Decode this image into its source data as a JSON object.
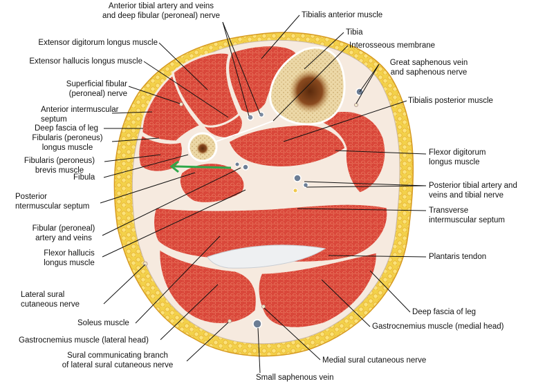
{
  "labels": {
    "anterior_tibial_artery": "Anterior tibial artery and veins\nand deep fibular (peroneal) nerve",
    "tibialis_anterior": "Tibialis anterior muscle",
    "tibia": "Tibia",
    "interosseous_membrane": "Interosseous membrane",
    "extensor_digitorum_longus": "Extensor digitorum longus muscle",
    "extensor_hallucis_longus": "Extensor hallucis longus muscle",
    "great_saphenous": "Great saphenous vein\nand saphenous nerve",
    "superficial_fibular_nerve": "Superficial fibular\n(peroneal) nerve",
    "tibialis_posterior": "Tibialis posterior muscle",
    "anterior_intermuscular_septum": "Anterior intermuscular\nseptum",
    "deep_fascia_left": "Deep fascia of leg",
    "fibularis_longus": "Fibularis (peroneus)\nlongus muscle",
    "flexor_digitorum_longus": "Flexor digitorum\nlongus muscle",
    "fibularis_brevis": "Fibularis (peroneus)\nbrevis muscle",
    "fibula": "Fibula",
    "posterior_tibial_artery": "Posterior tibial artery and\nveins and tibial nerve",
    "posterior_intermuscular_septum": "Posterior\nntermuscular septum",
    "transverse_septum": "Transverse\nintermuscular septum",
    "fibular_artery": "Fibular (peroneal)\nartery and veins",
    "flexor_hallucis_longus": "Flexor hallucis\nlongus muscle",
    "plantaris_tendon": "Plantaris tendon",
    "lateral_sural_nerve": "Lateral sural\ncutaneous nerve",
    "deep_fascia_right": "Deep fascia of leg",
    "soleus": "Soleus muscle",
    "gastroc_medial": "Gastrocnemius muscle (medial head)",
    "gastroc_lateral": "Gastrocnemius muscle (lateral head)",
    "sural_communicating": "Sural communicating branch\nof lateral sural cutaneous nerve",
    "medial_sural_nerve": "Medial sural cutaneous nerve",
    "small_saphenous": "Small saphenous vein"
  },
  "colors": {
    "fat": "#f3d14a",
    "fat_edge": "#e2a92a",
    "muscle": "#d9473a",
    "muscle_fiber": "#f08a6c",
    "fascia": "#f6eadf",
    "bone": "#ecd8a7",
    "marrow": "#8a4a1f",
    "annotation_arrow": "#2fa84a"
  }
}
